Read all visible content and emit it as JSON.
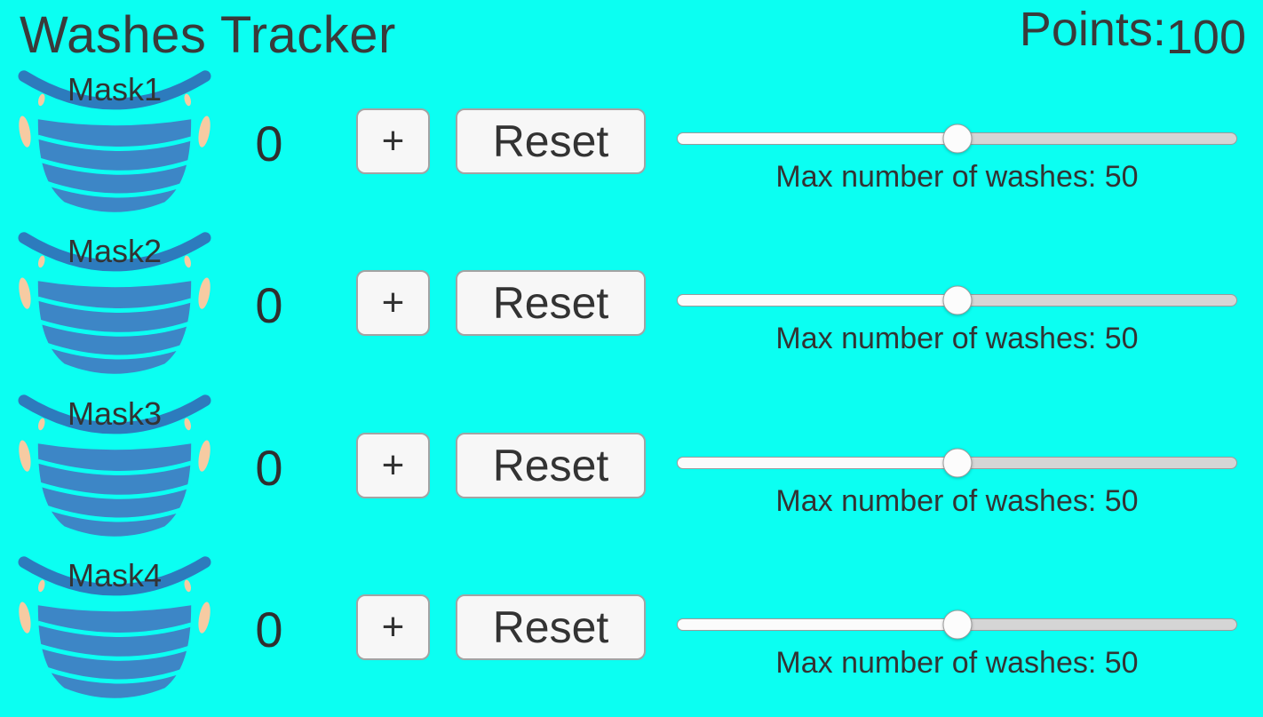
{
  "app": {
    "title": "Washes Tracker",
    "points_label": "Points:",
    "points_value": "100"
  },
  "colors": {
    "background": "#0bfff2",
    "text": "#3a3a3a",
    "mask_body": "#3d86c6",
    "mask_strap": "#2d7bbd",
    "ear_loop": "#f6cba2",
    "button_background": "#f7f7f7",
    "button_border": "#a3a3a3",
    "slider_track_filled": "#fbfbfb",
    "slider_track_empty": "#d5d5d5",
    "slider_thumb": "#fcfcfc"
  },
  "rows": [
    {
      "mask_label": "Mask1",
      "count": "0",
      "add_label": "+",
      "reset_label": "Reset",
      "slider_percent": 50,
      "max_washes": 50,
      "max_text": "Max number of washes: 50"
    },
    {
      "mask_label": "Mask2",
      "count": "0",
      "add_label": "+",
      "reset_label": "Reset",
      "slider_percent": 50,
      "max_washes": 50,
      "max_text": "Max number of washes: 50"
    },
    {
      "mask_label": "Mask3",
      "count": "0",
      "add_label": "+",
      "reset_label": "Reset",
      "slider_percent": 50,
      "max_washes": 50,
      "max_text": "Max number of washes: 50"
    },
    {
      "mask_label": "Mask4",
      "count": "0",
      "add_label": "+",
      "reset_label": "Reset",
      "slider_percent": 50,
      "max_washes": 50,
      "max_text": "Max number of washes: 50"
    }
  ]
}
